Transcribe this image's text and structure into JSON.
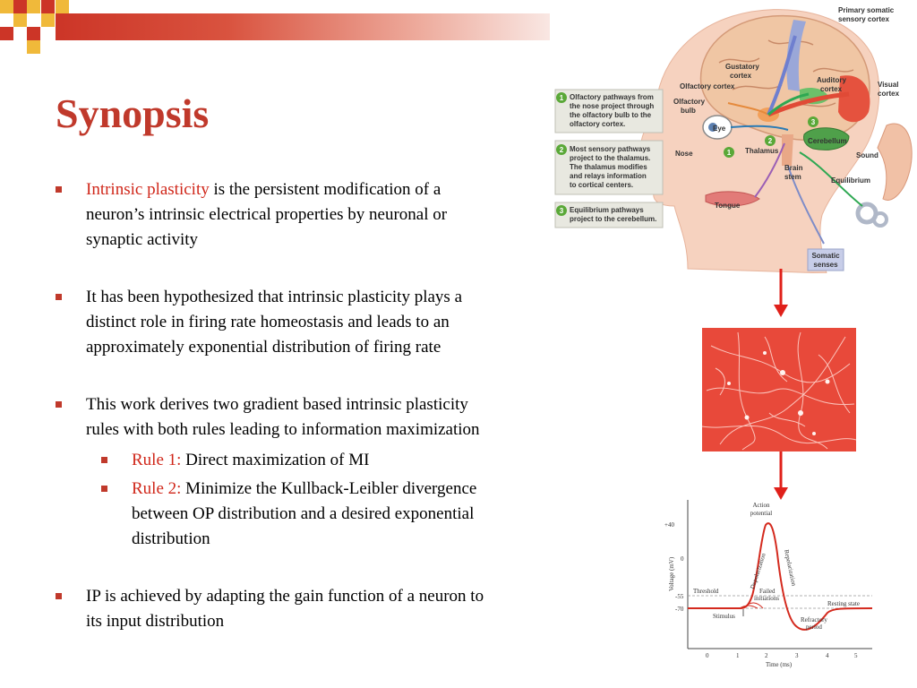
{
  "slide": {
    "title": "Synopsis",
    "bullets": [
      {
        "highlight": "Intrinsic plasticity",
        "line1": " is the persistent modification of a",
        "line2": "neuron’s intrinsic electrical properties by neuronal or",
        "line3": "synaptic activity"
      },
      {
        "line1": "It has been hypothesized that intrinsic plasticity plays a",
        "line2": "distinct role in firing rate homeostasis and leads to an",
        "line3": "approximately exponential distribution of firing rate"
      },
      {
        "line1": "This work derives two gradient based intrinsic plasticity",
        "line2": "rules with both rules leading to information maximization",
        "sub": [
          {
            "highlight": "Rule 1:",
            "line1": " Direct maximization of MI"
          },
          {
            "highlight": "Rule 2:",
            "line1": " Minimize the Kullback-Leibler divergence",
            "line2": "between OP distribution and a desired exponential",
            "line3": "distribution"
          }
        ]
      },
      {
        "line1": "IP is achieved by adapting the gain function of a neuron to",
        "line2": "its input distribution"
      }
    ]
  },
  "brain_figure": {
    "labels": {
      "primary_somatic": [
        "Primary somatic",
        "sensory cortex"
      ],
      "gustatory": [
        "Gustatory",
        "cortex"
      ],
      "olfactory_cortex": "Olfactory cortex",
      "auditory": [
        "Auditory",
        "cortex"
      ],
      "visual": [
        "Visual",
        "cortex"
      ],
      "olfactory_bulb": [
        "Olfactory",
        "bulb"
      ],
      "eye": "Eye",
      "nose": "Nose",
      "thalamus": "Thalamus",
      "cerebellum": "Cerebellum",
      "sound": "Sound",
      "brain_stem": [
        "Brain",
        "stem"
      ],
      "equilibrium": "Equilibrium",
      "tongue": "Tongue",
      "somatic_senses": [
        "Somatic",
        "senses"
      ]
    },
    "callouts": [
      {
        "num": "1",
        "lines": [
          "Olfactory pathways from",
          "the nose project through",
          "the olfactory bulb to the",
          "olfactory cortex."
        ]
      },
      {
        "num": "2",
        "lines": [
          "Most sensory pathways",
          "project to the thalamus.",
          "The thalamus modifies",
          "and relays information",
          "to cortical centers."
        ]
      },
      {
        "num": "3",
        "lines": [
          "Equilibrium pathways",
          "project to the cerebellum."
        ]
      }
    ],
    "markers": {
      "m1": "1",
      "m2": "2",
      "m3": "3"
    }
  },
  "action_potential": {
    "ylabel": "Voltage (mV)",
    "xlabel": "Time (ms)",
    "yticks": [
      "+40",
      "0",
      "-55",
      "-70"
    ],
    "xticks": [
      "0",
      "1",
      "2",
      "3",
      "4",
      "5"
    ],
    "annotations": {
      "action_potential": [
        "Action",
        "potential"
      ],
      "depolarization": "Depolarization",
      "repolarization": "Repolarization",
      "threshold": "Threshold",
      "failed": [
        "Failed",
        "initiations"
      ],
      "resting": "Resting state",
      "stimulus": "Stimulus",
      "refractory": [
        "Refractory",
        "period"
      ]
    }
  },
  "colors": {
    "accent": "#c0392b",
    "arrow": "#e0201a"
  }
}
